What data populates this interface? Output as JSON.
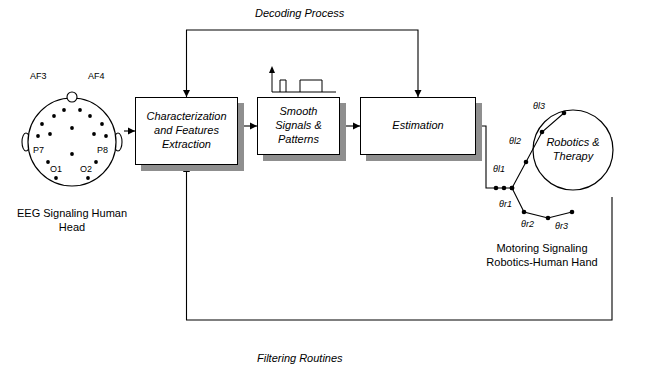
{
  "diagram": {
    "nodes": [
      {
        "text": [
          "EEG Signaling Human Head"
        ]
      },
      {
        "text": [
          "Characterization and Features Extraction"
        ]
      },
      {
        "text": [
          "Smooth Signals & Patterns"
        ]
      },
      {
        "text": [
          "Estimation"
        ]
      },
      {
        "text": [
          "Robotics & Therapy",
          "Motoring Signaling Robotics-Human Hand"
        ]
      }
    ],
    "edges": [
      {
        "from": 0,
        "to": 1,
        "arrow": "to"
      },
      {
        "from": 1,
        "to": 2,
        "arrow": "to"
      },
      {
        "from": 2,
        "to": 3,
        "arrow": "to"
      },
      {
        "from": 3,
        "to": 4,
        "arrow": "none"
      },
      {
        "from": 1,
        "to": 3,
        "label": "Decoding Process",
        "arrow": "both"
      },
      {
        "from": 4,
        "to": 1,
        "label": "Filtering Routines",
        "arrow": "to"
      }
    ],
    "labels": [
      "AF3",
      "AF4",
      "P7",
      "P8",
      "O1",
      "O2",
      "θl1",
      "θl2",
      "θl3",
      "θr1",
      "θr2",
      "θr3"
    ]
  }
}
